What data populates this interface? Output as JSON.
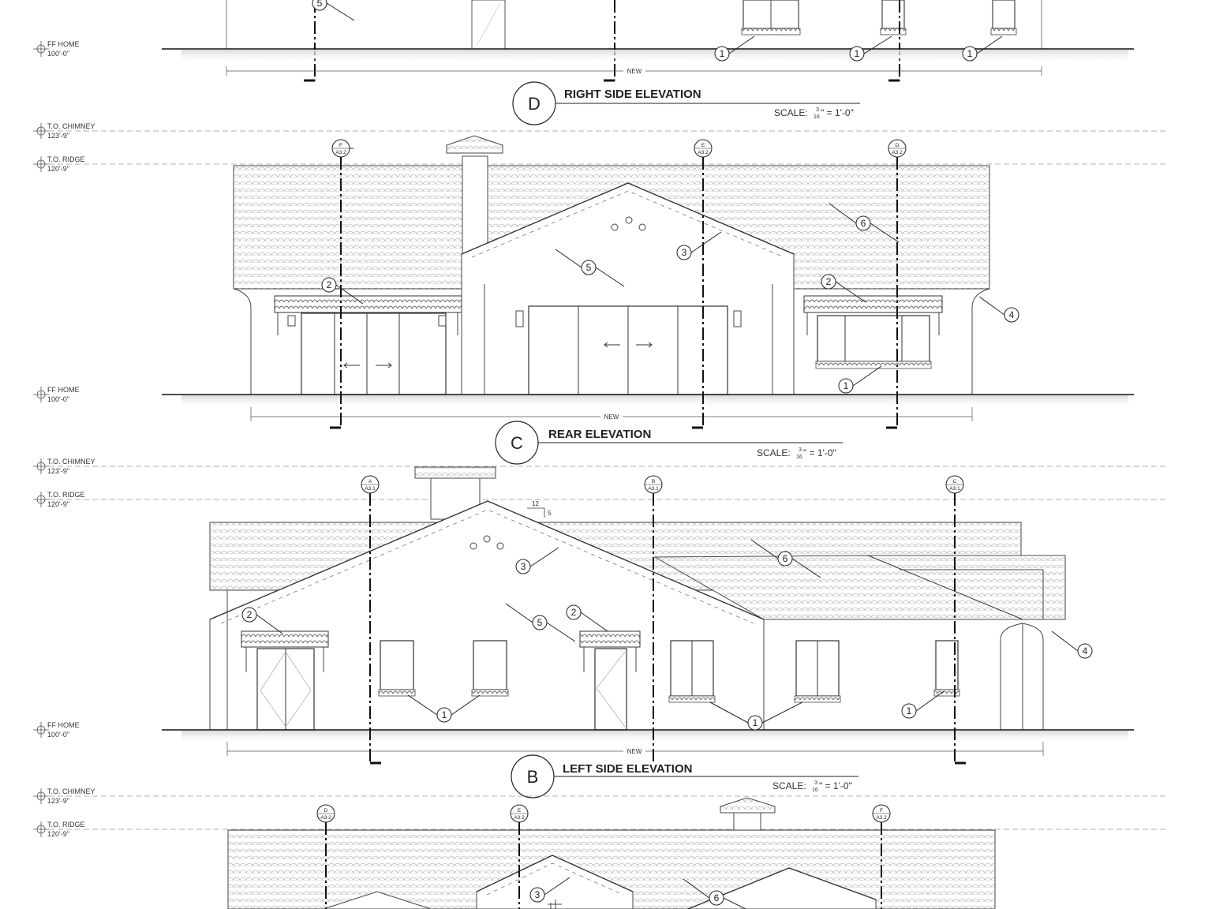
{
  "levels": {
    "ff_home": {
      "name": "FF HOME",
      "value": "100'-0\""
    },
    "chimney": {
      "name": "T.O. CHIMNEY",
      "value": "123'-9\""
    },
    "ridge": {
      "name": "T.O. RIDGE",
      "value": "120'-9\""
    }
  },
  "new_label": "NEW",
  "scale": {
    "prefix": "SCALE:",
    "num": "3",
    "den": "16",
    "suffix": "\" = 1'-0\""
  },
  "roof_slope": {
    "run": "12",
    "rise": "5"
  },
  "elevations": [
    {
      "letter": "D",
      "title": "RIGHT SIDE ELEVATION"
    },
    {
      "letter": "C",
      "title": "REAR ELEVATION"
    },
    {
      "letter": "B",
      "title": "LEFT SIDE ELEVATION"
    }
  ],
  "section_markers": {
    "right": [
      {
        "id": "F",
        "sheet": "A3.2"
      },
      {
        "id": "E",
        "sheet": "A3.2"
      },
      {
        "id": "D",
        "sheet": "A3.2"
      }
    ],
    "rear": [
      {
        "id": "A",
        "sheet": "A3.1"
      },
      {
        "id": "B",
        "sheet": "A3.1"
      },
      {
        "id": "C",
        "sheet": "A3.1"
      }
    ],
    "left": [
      {
        "id": "D",
        "sheet": "A3.2"
      },
      {
        "id": "E",
        "sheet": "A3.2"
      },
      {
        "id": "F",
        "sheet": "A3.2"
      }
    ]
  },
  "keynotes": [
    "1",
    "2",
    "3",
    "4",
    "5",
    "6"
  ]
}
